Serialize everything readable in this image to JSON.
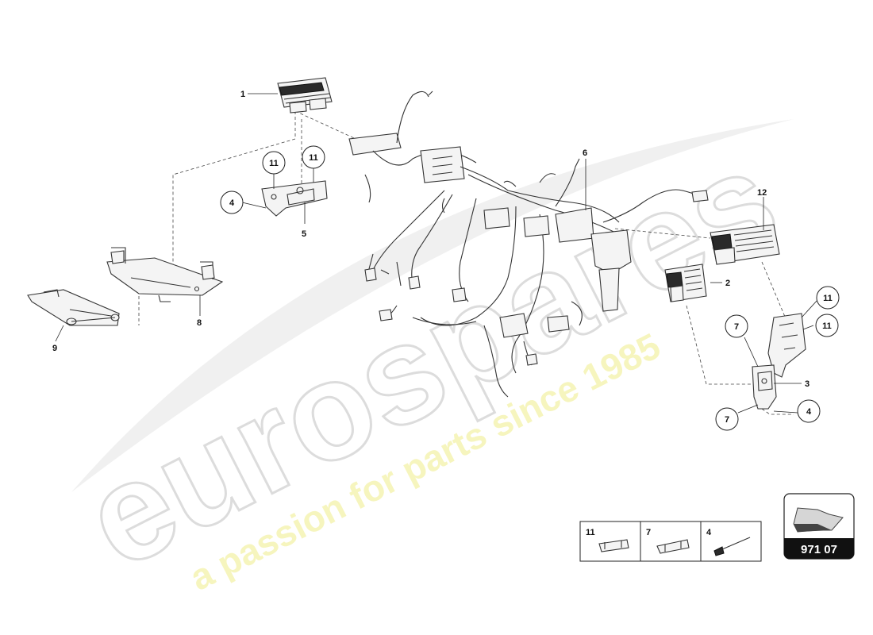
{
  "watermark": {
    "brand": "eurospares",
    "tagline": "a passion for parts since 1985"
  },
  "callouts": {
    "c1": "1",
    "c2": "2",
    "c3": "3",
    "c4a": "4",
    "c4b": "4",
    "c5": "5",
    "c6": "6",
    "c7a": "7",
    "c7b": "7",
    "c8": "8",
    "c9": "9",
    "c11a": "11",
    "c11b": "11",
    "c11c": "11",
    "c11d": "11",
    "c12": "12"
  },
  "legend": {
    "items": [
      {
        "label": "11"
      },
      {
        "label": "7"
      },
      {
        "label": "4"
      }
    ]
  },
  "badge": {
    "code": "971 07"
  }
}
